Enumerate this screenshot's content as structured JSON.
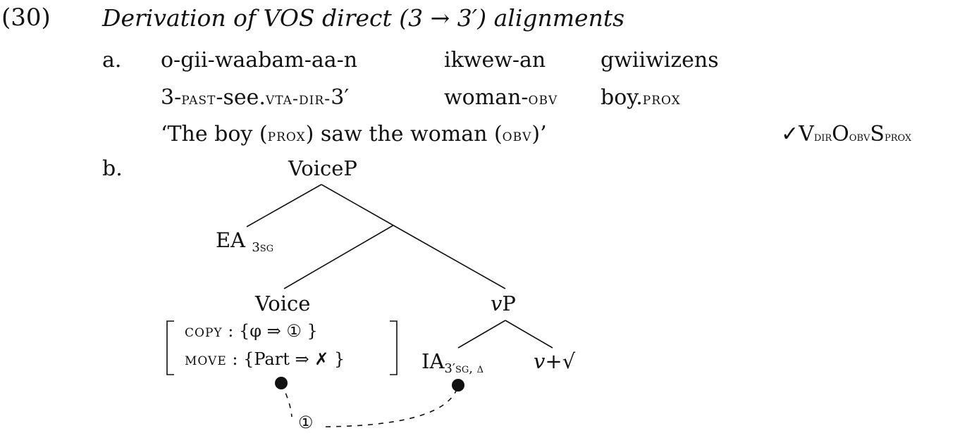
{
  "example": {
    "number": "(30)",
    "title": "Derivation of VOS direct (3 → 3′) alignments",
    "a": {
      "label": "a.",
      "words": [
        "o-gii-waabam-aa-n",
        "ikwew-an",
        "gwiiwizens"
      ],
      "gloss1": "3-",
      "gloss1_sc1": "past",
      "gloss1_mid": "-see.",
      "gloss1_sc2": "vta",
      "gloss1_sc3": "-dir-",
      "gloss1_tail": "3′",
      "gloss2_a": "woman-",
      "gloss2_sc": "obv",
      "gloss3_a": "boy.",
      "gloss3_sc": "prox",
      "translation_a": "‘The boy (",
      "translation_sc1": "prox",
      "translation_b": ") saw the woman (",
      "translation_sc2": "obv",
      "translation_c": ")’",
      "check": "✓",
      "order": {
        "v": "V",
        "v_sub": "dir",
        "o": "O",
        "o_sub": "obv",
        "s": "S",
        "s_sub": "prox"
      }
    },
    "b": {
      "label": "b.",
      "nodes": {
        "voicep": "VoiceP",
        "ea": "EA",
        "ea_sub": "3sg",
        "voice": "Voice",
        "vp_v": "v",
        "vp_p": "P",
        "ia": "IA",
        "ia_sub": "3′sg, δ",
        "vroot_v": "v",
        "vroot_rest": "+√"
      },
      "features": {
        "copy_label": "copy",
        "copy_value": ": {φ  ⇒ ① }",
        "move_label": "move",
        "move_value": ": {Part  ⇒ ✗ }"
      },
      "link_label": "①"
    }
  }
}
